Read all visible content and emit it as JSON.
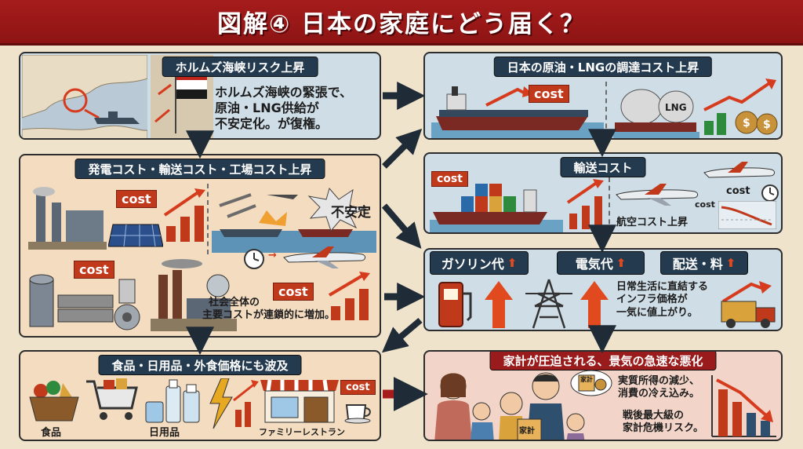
{
  "title": "図解④ 日本の家庭にどう届く？",
  "panels": {
    "hormuz": {
      "header": "ホルムズ海峡リスク上昇",
      "body_lines": [
        "ホルムズ海峡の緊張で、",
        "原油・LNG供給が",
        "不安定化。が復権。"
      ]
    },
    "procurement": {
      "header": "日本の原油・LNGの調達コスト上昇",
      "cost_label": "cost",
      "lng_label": "LNG"
    },
    "power": {
      "header": "発電コスト・輸送コスト・工場コスト上昇",
      "cost_label_1": "cost",
      "cost_label_2": "cost",
      "cost_label_3": "cost",
      "unstable_label": "不安定",
      "body_lines": [
        "社会全体の",
        "主要コストが連鎖的に増加。"
      ]
    },
    "transport": {
      "header": "輸送コスト",
      "cost_label_1": "cost",
      "cost_label_2": "cost",
      "cost_label_3": "cost",
      "air_label": "航空コスト上昇"
    },
    "infra": {
      "badges": [
        {
          "label": "ガソリン代",
          "arrow": "⬆"
        },
        {
          "label": "電気代",
          "arrow": "⬆"
        },
        {
          "label": "配送・料",
          "arrow": "⬆"
        }
      ],
      "body_lines": [
        "日常生活に直結する",
        "インフラ価格が",
        "一気に値上がり。"
      ]
    },
    "food": {
      "header": "食品・日用品・外食価格にも波及",
      "cost_label": "cost",
      "labels": [
        "食品",
        "日用品",
        "ファミリーレストラン"
      ]
    },
    "household": {
      "header": "家計が圧迫される、景気の急速な悪化",
      "line1": [
        "実質所得の減少、",
        "消費の冷え込み。"
      ],
      "line2": [
        "戦後最大級の",
        "家計危機リスク。"
      ],
      "book_label": "家計",
      "bubble_label": "家計"
    }
  },
  "colors": {
    "accent_red": "#9a1b1b",
    "navy": "#243a4f",
    "panel_blue": "#cfdde6",
    "panel_cream": "#f4dcc0",
    "panel_pink": "#f2d5c8",
    "arrow": "#1f2b36"
  }
}
